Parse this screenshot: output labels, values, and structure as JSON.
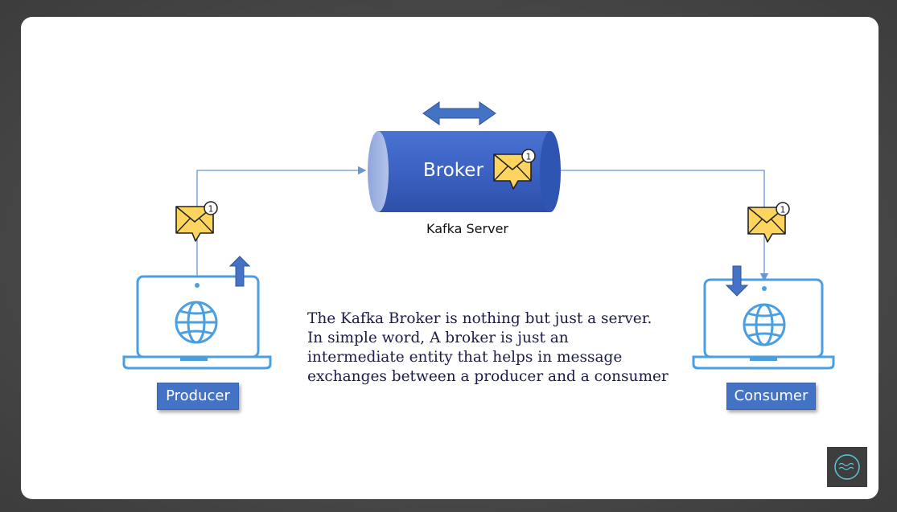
{
  "broker": {
    "label": "Broker",
    "caption": "Kafka Server",
    "color": "#3b62c4"
  },
  "producer": {
    "label": "Producer"
  },
  "consumer": {
    "label": "Consumer"
  },
  "description": "The Kafka Broker is nothing but just a server. In simple word, A broker is just an intermediate entity that helps in message exchanges between a producer and a consumer",
  "message_badge": "1",
  "colors": {
    "accent": "#4472c4",
    "laptop_outline": "#4a9ee2",
    "envelope_fill": "#fdd55e",
    "connector": "#6b93d6"
  },
  "icons": [
    "bidirectional-arrow-icon",
    "envelope-notification-icon",
    "laptop-icon",
    "globe-icon",
    "upload-arrow-icon",
    "download-arrow-icon",
    "logo-icon"
  ]
}
